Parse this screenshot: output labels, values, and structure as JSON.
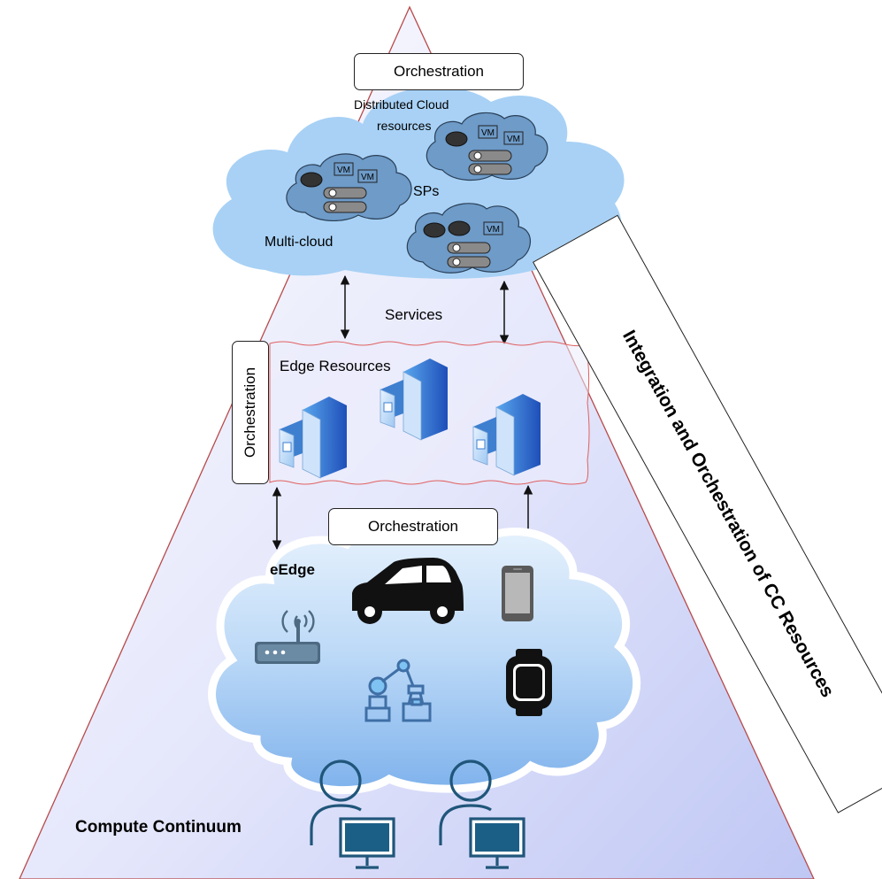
{
  "diagram": {
    "labels": {
      "distributed_cloud": "Distributed Cloud",
      "resources": "resources",
      "sps": "SPs",
      "multi_cloud": "Multi-cloud",
      "services": "Services",
      "edge_resources": "Edge Resources",
      "eedge": "eEdge",
      "compute_continuum": "Compute Continuum",
      "vm": "VM"
    },
    "orchestration_boxes": {
      "top": "Orchestration",
      "left": "Orchestration",
      "bottom": "Orchestration"
    },
    "banner": "Integration and Orchestration of CC Resources"
  }
}
